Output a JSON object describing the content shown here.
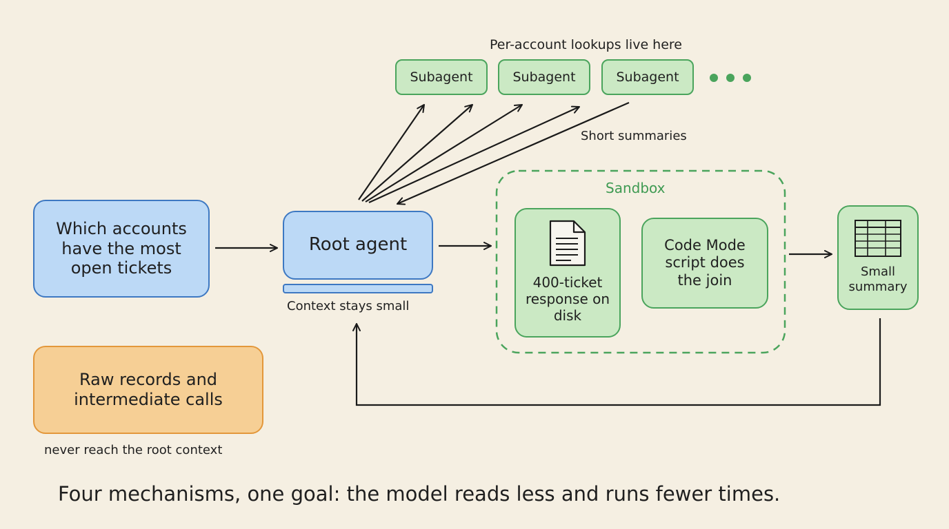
{
  "question": "Which accounts have the most open tickets",
  "root_agent": "Root agent",
  "context_note": "Context stays small",
  "subagents_caption": "Per-account lookups live here",
  "subagents": [
    "Subagent",
    "Subagent",
    "Subagent"
  ],
  "summaries_label": "Short summaries",
  "sandbox_label": "Sandbox",
  "ticket_file": "400-ticket response on disk",
  "code_mode": "Code Mode script does the join",
  "small_summary": "Small summary",
  "raw_records": "Raw records and intermediate calls",
  "raw_note": "never reach the root context",
  "footer": "Four mechanisms, one goal: the model reads less and runs fewer times.",
  "colors": {
    "blue_fill": "#bcd9f6",
    "blue_stroke": "#3d78c2",
    "green_fill": "#cbe9c4",
    "green_stroke": "#4aa45c",
    "orange_fill": "#f6cf95",
    "orange_stroke": "#e3973a",
    "background": "#f5efe2"
  },
  "icons": [
    "document-icon",
    "table-icon",
    "ellipsis-dots"
  ]
}
